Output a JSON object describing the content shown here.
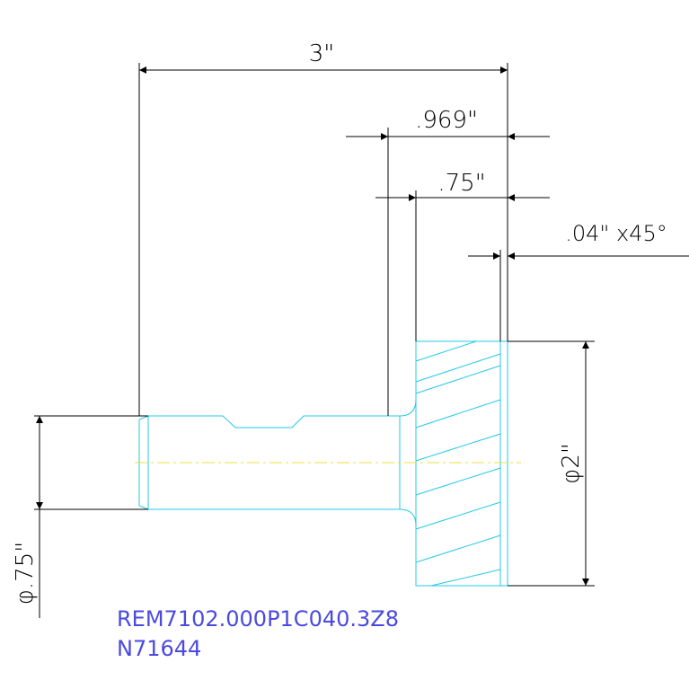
{
  "drawing": {
    "dimensions": {
      "overall_length": "3\"",
      "hub_length": ".969\"",
      "gear_length": ".75\"",
      "chamfer": ".04\" x45°",
      "gear_diameter": "φ2\"",
      "shaft_diameter": "φ.75\""
    },
    "part_number": "REM7102.000P1C040.3Z8",
    "drawing_number": "N71644"
  },
  "colors": {
    "dimension": "#000000",
    "part_outline": "#22c8e8",
    "centerline": "#e8e040",
    "label": "#4a4ae0"
  }
}
